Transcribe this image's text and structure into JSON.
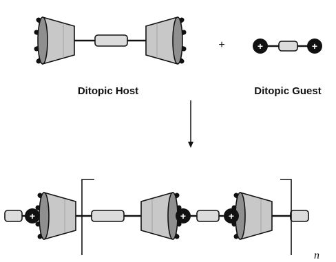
{
  "labels": {
    "host": "Ditopic Host",
    "guest": "Ditopic Guest",
    "plus": "+",
    "repeat_n": "n",
    "cation_sign": "+"
  },
  "colors": {
    "cup_fill": "#c8c8c8",
    "cup_inner": "#8f8f8f",
    "spacer_fill": "#dcdcdc",
    "ink": "#111111",
    "cation_fill": "#111111"
  }
}
